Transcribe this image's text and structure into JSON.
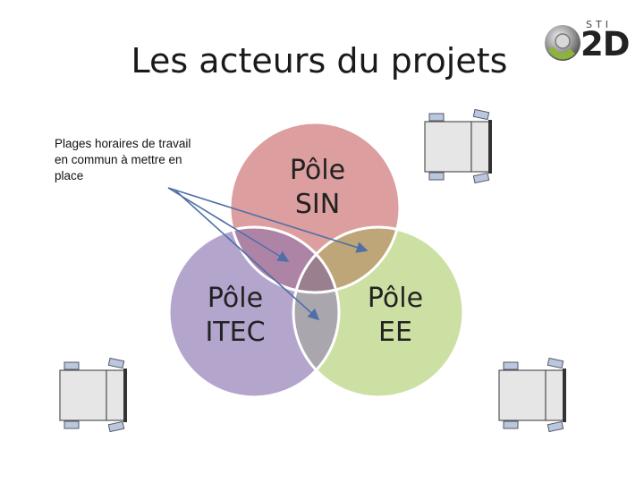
{
  "title": "Les acteurs du projets",
  "note": "Plages horaires de travail en commun à mettre en place",
  "logo": {
    "top": "STI",
    "main": "2D"
  },
  "poles": {
    "sin": {
      "line1": "Pôle",
      "line2": "SIN",
      "color": "#dc9e9e"
    },
    "itec": {
      "line1": "Pôle",
      "line2": "ITEC",
      "color": "#b4a5cd"
    },
    "ee": {
      "line1": "Pôle",
      "line2": "EE",
      "color": "#cde0a3"
    }
  },
  "icons": [
    "desk-workstation-icon",
    "desk-workstation-icon",
    "desk-workstation-icon"
  ],
  "colors": {
    "arrow": "#4f6fa8",
    "circle_border": "#ffffff"
  }
}
